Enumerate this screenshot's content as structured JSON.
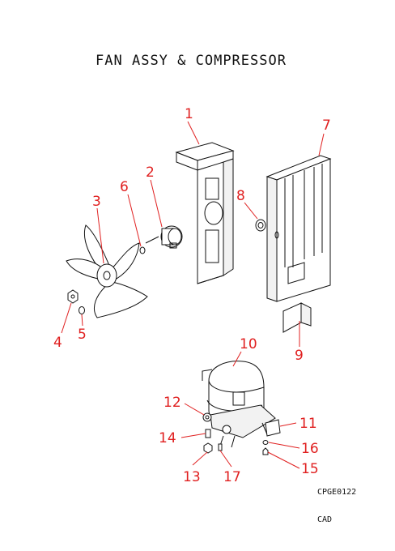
{
  "title": "FAN ASSY & COMPRESSOR",
  "drawing_code": "CPGE0122",
  "footer_tag": "CAD",
  "callouts": [
    "1",
    "2",
    "3",
    "4",
    "5",
    "6",
    "7",
    "8",
    "9",
    "10",
    "11",
    "12",
    "13",
    "14",
    "15",
    "16",
    "17"
  ],
  "colors": {
    "callout": "#e02020",
    "line": "#111111",
    "background": "#ffffff"
  }
}
